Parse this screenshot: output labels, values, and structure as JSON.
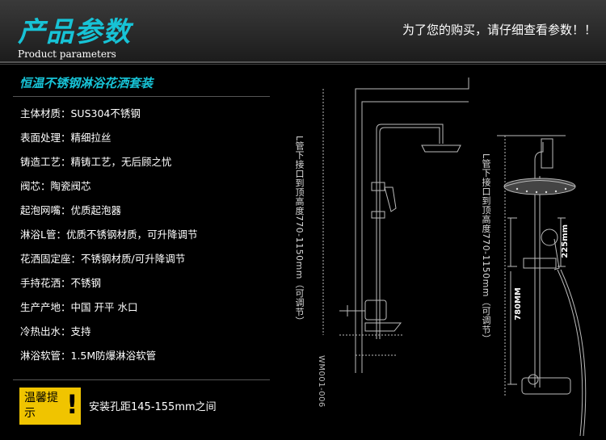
{
  "header": {
    "title_cn": "产品参数",
    "title_en": "Product parameters",
    "note": "为了您的购买，请仔细查看参数！！"
  },
  "product": {
    "name": "恒温不锈钢淋浴花洒套装",
    "specs": [
      "主体材质：SUS304不锈钢",
      "表面处理：精细拉丝",
      "铸造工艺：精铸工艺，无后顾之忧",
      "阀芯：陶瓷阀芯",
      "起泡网嘴：优质起泡器",
      "淋浴L管：优质不锈钢材质，可升降调节",
      "花洒固定座：不锈钢材质/可升降调节",
      "手持花洒：不锈钢",
      "生产产地：中国 开平 水口",
      "冷热出水：支持",
      "淋浴软管：1.5M防爆淋浴软管"
    ]
  },
  "tip": {
    "label": "温馨提示",
    "mark": "!",
    "text": "安装孔距145-155mm之间"
  },
  "diagram": {
    "label_left": "L管下接口到顶高度770-1150mm（可调节）",
    "label_right": "L管下接口到顶高度770-1150mm（可调节）",
    "model": "WM001-006",
    "dim_a": "225mm",
    "dim_b": "780MM"
  }
}
